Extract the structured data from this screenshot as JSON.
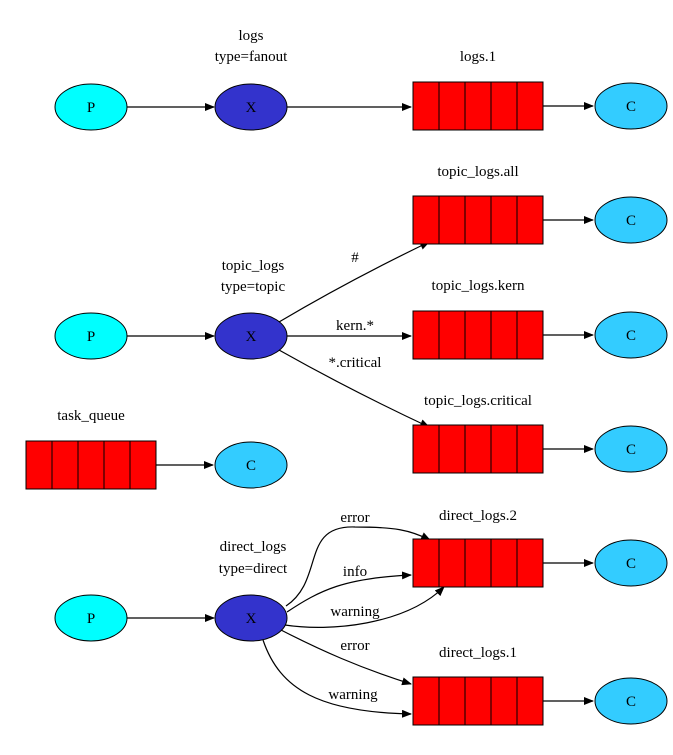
{
  "colors": {
    "producer": "#00ffff",
    "exchange": "#3333cc",
    "queue": "#ff0000",
    "consumer": "#33ccff"
  },
  "nodes": {
    "p1": {
      "label": "P"
    },
    "x1": {
      "label": "X",
      "caption": [
        "logs",
        "type=fanout"
      ]
    },
    "q_logs1": {
      "caption": "logs.1"
    },
    "c1": {
      "label": "C"
    },
    "q_all": {
      "caption": "topic_logs.all"
    },
    "c2": {
      "label": "C"
    },
    "x2": {
      "label": "X",
      "caption": [
        "topic_logs",
        "type=topic"
      ]
    },
    "p2": {
      "label": "P"
    },
    "q_kern": {
      "caption": "topic_logs.kern"
    },
    "c3": {
      "label": "C"
    },
    "q_crit": {
      "caption": "topic_logs.critical"
    },
    "c4": {
      "label": "C"
    },
    "q_task": {
      "caption": "task_queue"
    },
    "c5": {
      "label": "C"
    },
    "x3": {
      "label": "X",
      "caption": [
        "direct_logs",
        "type=direct"
      ]
    },
    "p3": {
      "label": "P"
    },
    "q_d2": {
      "caption": "direct_logs.2"
    },
    "c6": {
      "label": "C"
    },
    "q_d1": {
      "caption": "direct_logs.1"
    },
    "c7": {
      "label": "C"
    }
  },
  "edge_labels": {
    "all": "#",
    "kern": "kern.*",
    "crit": "*.critical",
    "d2_error": "error",
    "d2_info": "info",
    "d2_warning": "warning",
    "d1_error": "error",
    "d1_warning": "warning"
  }
}
